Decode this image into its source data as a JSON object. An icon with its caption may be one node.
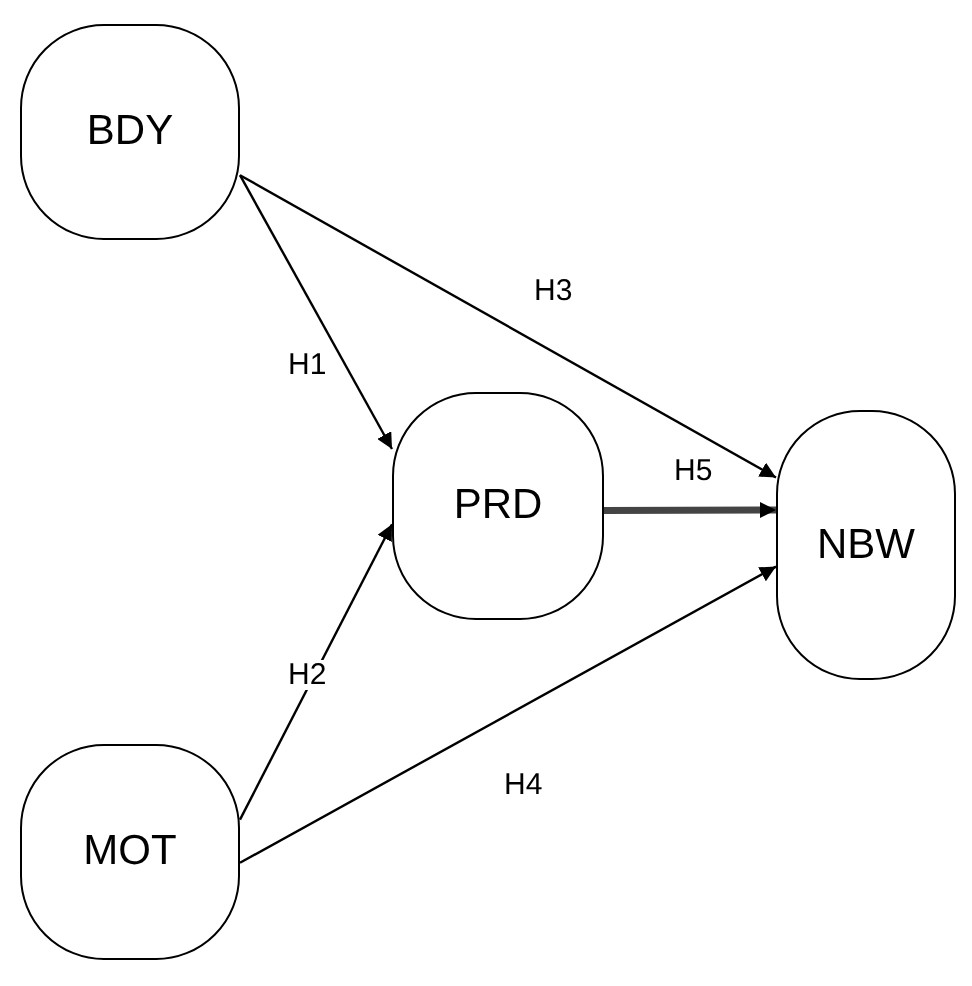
{
  "diagram": {
    "nodes": [
      {
        "text": [
          "BDY"
        ]
      },
      {
        "text": [
          "PRD"
        ]
      },
      {
        "text": [
          "NBW"
        ]
      },
      {
        "text": [
          "MOT"
        ]
      }
    ],
    "edges": [
      {
        "from": 0,
        "to": 1,
        "arrow": "to",
        "label": "H1"
      },
      {
        "from": 3,
        "to": 1,
        "arrow": "to",
        "label": "H2"
      },
      {
        "from": 0,
        "to": 2,
        "arrow": "to",
        "label": "H3"
      },
      {
        "from": 3,
        "to": 2,
        "arrow": "to",
        "label": "H4"
      },
      {
        "from": 1,
        "to": 2,
        "arrow": "to",
        "label": "H5",
        "style": "thick"
      }
    ]
  }
}
